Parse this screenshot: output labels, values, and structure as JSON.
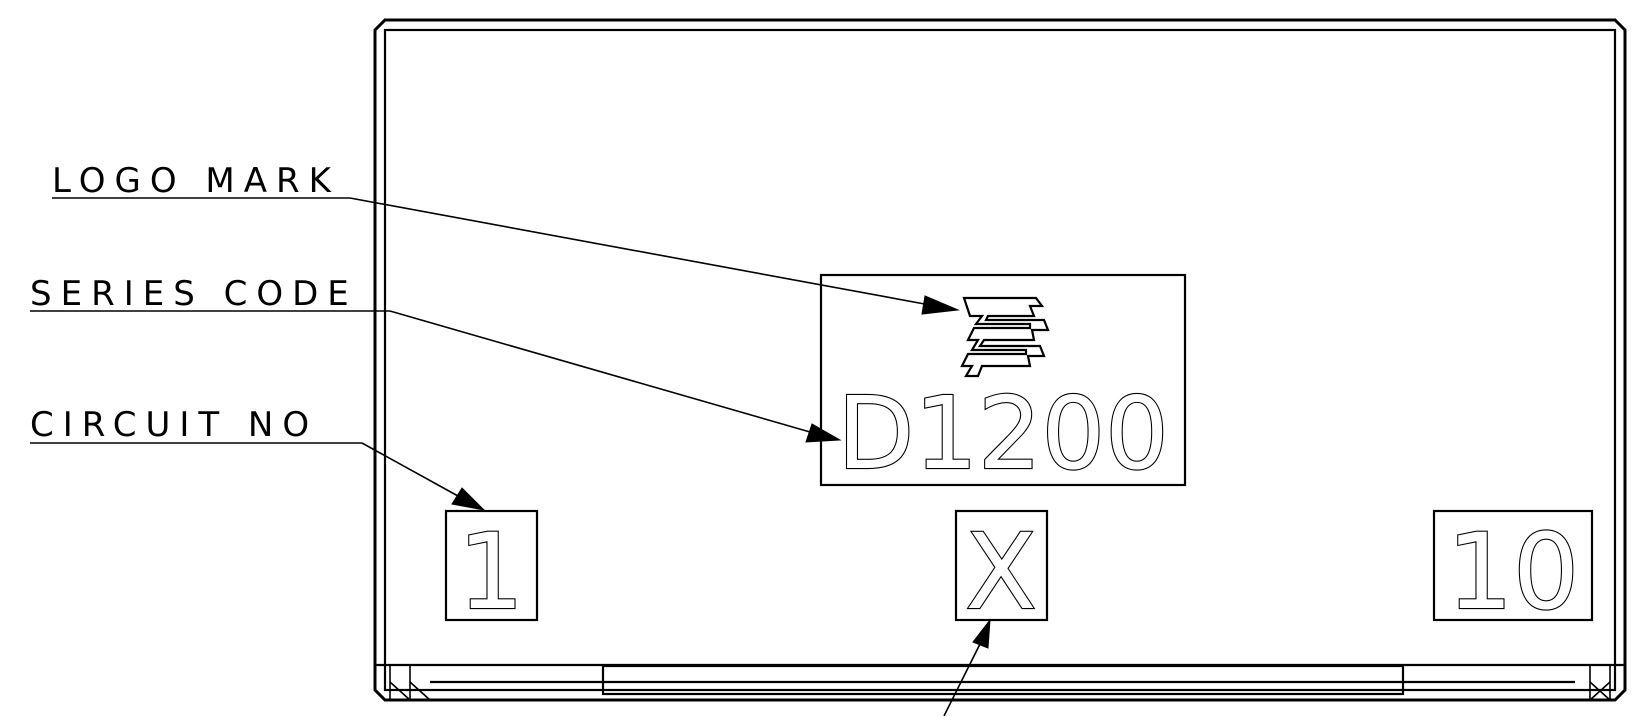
{
  "callouts": {
    "logo_mark": "LOGO MARK",
    "series_code": "SERIES CODE",
    "circuit_no": "CIRCUIT NO"
  },
  "markings": {
    "series_code_value": "D1200",
    "circuit_first": "1",
    "circuit_middle": "X",
    "circuit_last": "10"
  },
  "icons": {
    "logo": "stylized-te-logo-icon"
  }
}
